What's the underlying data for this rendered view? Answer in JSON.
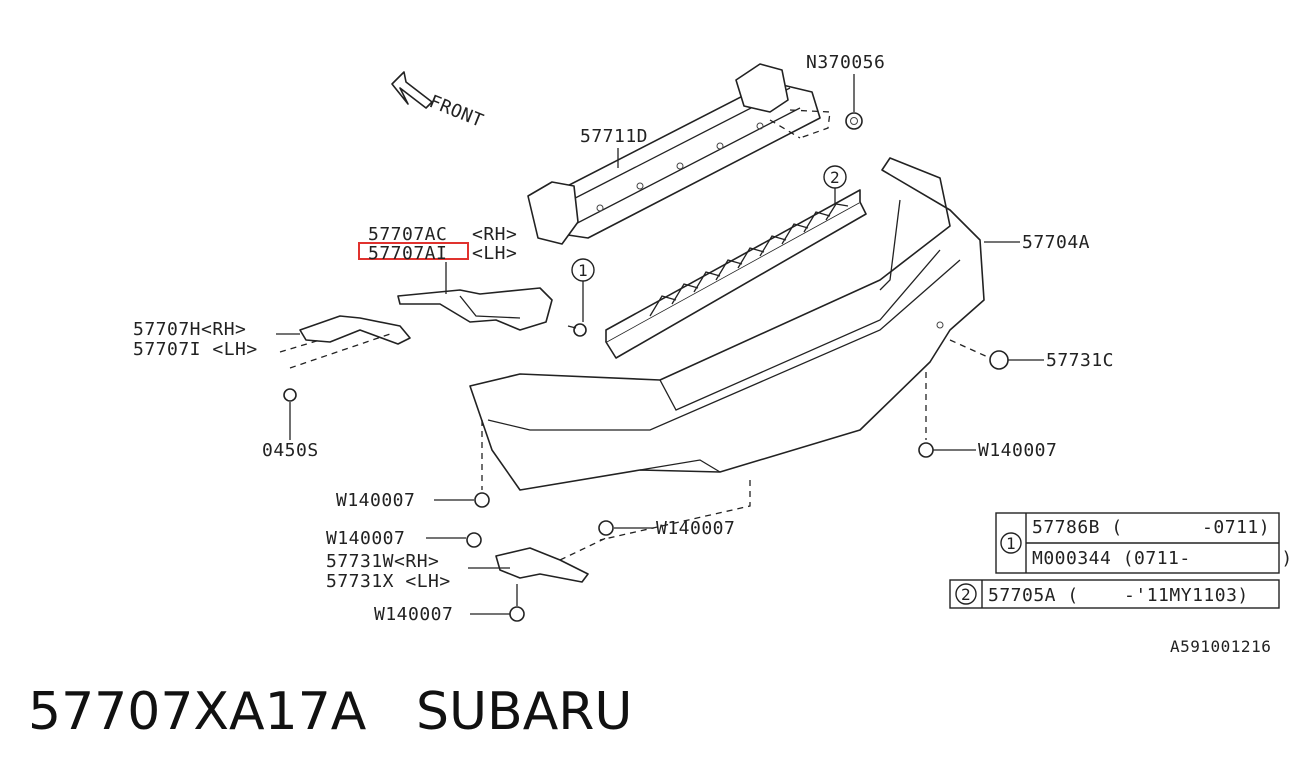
{
  "diagram": {
    "front_label": "FRONT",
    "labels": {
      "n370056": "N370056",
      "p57711d": "57711D",
      "p57707ac": "57707AC",
      "rh_1": "<RH>",
      "p57707ai": "57707AI",
      "lh_1": "<LH>",
      "p57704a": "57704A",
      "p57707h": "57707H<RH>",
      "p57707i": "57707I <LH>",
      "p57731c": "57731C",
      "p0450s": "0450S",
      "w140007_a": "W140007",
      "w140007_b": "W140007",
      "w140007_c": "W140007",
      "w140007_d": "W140007",
      "w140007_e": "W140007",
      "p57731w": "57731W<RH>",
      "p57731x": "57731X <LH>",
      "callout_1": "1",
      "callout_2": "2"
    },
    "highlighted_part": "57707AI",
    "legend": {
      "row1_num": "1",
      "row1_a": "57786B (       -0711)",
      "row1_b": "M000344 (0711-        )",
      "row2_num": "2",
      "row2_a": "57705A (    -'11MY1103)"
    },
    "diagram_id": "A591001216"
  },
  "footer": {
    "part_number": "57707XA17A",
    "brand": "SUBARU"
  },
  "colors": {
    "line": "#222222",
    "highlight": "#e0322e",
    "background": "#ffffff"
  }
}
